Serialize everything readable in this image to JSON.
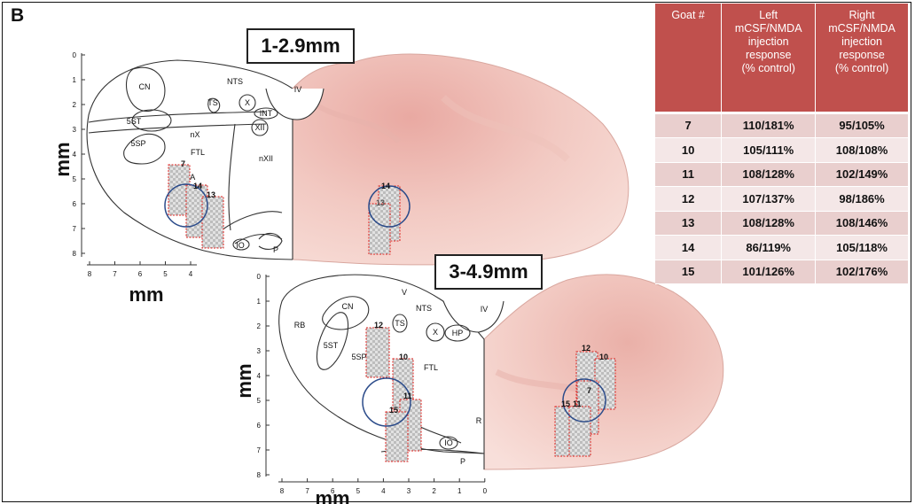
{
  "figure": {
    "panel_letter": "B",
    "section_top": {
      "range_label": "1-2.9mm",
      "axis_unit": "mm",
      "y_ticks": [
        "0",
        "1",
        "2",
        "3",
        "4",
        "5",
        "6",
        "7",
        "8"
      ],
      "x_ticks": [
        "8",
        "7",
        "6",
        "5",
        "4"
      ],
      "region_labels": [
        "CN",
        "NTS",
        "TS",
        "X",
        "INT",
        "XII",
        "5ST",
        "nX",
        "5SP",
        "FTL",
        "nXII",
        "NA",
        "IO",
        "P",
        "IV"
      ],
      "sites": [
        "7",
        "14",
        "13"
      ],
      "histology_sites": [
        "14",
        "13"
      ]
    },
    "section_bottom": {
      "range_label": "3-4.9mm",
      "axis_unit": "mm",
      "y_ticks": [
        "0",
        "1",
        "2",
        "3",
        "4",
        "5",
        "6",
        "7",
        "8"
      ],
      "x_ticks": [
        "8",
        "7",
        "6",
        "5",
        "4",
        "3",
        "2",
        "1",
        "0"
      ],
      "region_labels": [
        "CN",
        "V",
        "NTS",
        "IV",
        "RB",
        "TS",
        "X",
        "HP",
        "5ST",
        "5SP",
        "FTL",
        "R",
        "IO",
        "P"
      ],
      "sites": [
        "12",
        "10",
        "11",
        "15"
      ],
      "histology_sites": [
        "12",
        "10",
        "7",
        "15",
        "11"
      ]
    }
  },
  "table": {
    "headers": [
      "Goat #",
      "Left mCSF/NMDA injection response (% control)",
      "Right mCSF/NMDA injection response (% control)"
    ],
    "header_lines": [
      [
        "Goat #"
      ],
      [
        "Left",
        "mCSF/NMDA",
        "injection",
        "response",
        "(% control)"
      ],
      [
        "Right",
        "mCSF/NMDA",
        "injection",
        "response",
        "(% control)"
      ]
    ],
    "rows": [
      {
        "goat": "7",
        "left": "110/181%",
        "right": "95/105%"
      },
      {
        "goat": "10",
        "left": "105/111%",
        "right": "108/108%"
      },
      {
        "goat": "11",
        "left": "108/128%",
        "right": "102/149%"
      },
      {
        "goat": "12",
        "left": "107/137%",
        "right": "98/186%"
      },
      {
        "goat": "13",
        "left": "108/128%",
        "right": "108/146%"
      },
      {
        "goat": "14",
        "left": "86/119%",
        "right": "105/118%"
      },
      {
        "goat": "15",
        "left": "101/126%",
        "right": "102/176%"
      }
    ]
  }
}
